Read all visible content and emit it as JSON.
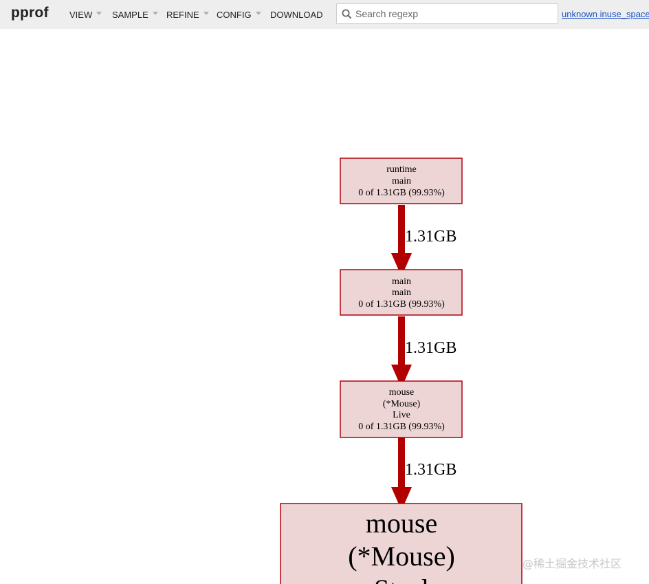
{
  "app": {
    "logo": "pprof"
  },
  "menu": [
    {
      "label": "VIEW",
      "has_caret": true
    },
    {
      "label": "SAMPLE",
      "has_caret": true
    },
    {
      "label": "REFINE",
      "has_caret": true
    },
    {
      "label": "CONFIG",
      "has_caret": true
    },
    {
      "label": "DOWNLOAD",
      "has_caret": false
    }
  ],
  "search": {
    "placeholder": "Search regexp",
    "value": "",
    "icon": "search-icon"
  },
  "profile": {
    "link_text": "unknown inuse_space"
  },
  "graph": {
    "nodes": [
      {
        "lines": [
          "runtime",
          "main",
          "0 of 1.31GB (99.93%)"
        ]
      },
      {
        "lines": [
          "main",
          "main",
          "0 of 1.31GB (99.93%)"
        ]
      },
      {
        "lines": [
          "mouse",
          "(*Mouse)",
          "Live",
          "0 of 1.31GB (99.93%)"
        ]
      },
      {
        "lines": [
          "mouse",
          "(*Mouse)",
          "Steal"
        ]
      }
    ],
    "edges": [
      {
        "label": "1.31GB"
      },
      {
        "label": "1.31GB"
      },
      {
        "label": "1.31GB"
      }
    ],
    "colors": {
      "node_fill": "#edd5d5",
      "node_stroke": "#b2000e",
      "edge": "#b20000"
    }
  },
  "watermark": {
    "text": "@稀土掘金技术社区"
  }
}
